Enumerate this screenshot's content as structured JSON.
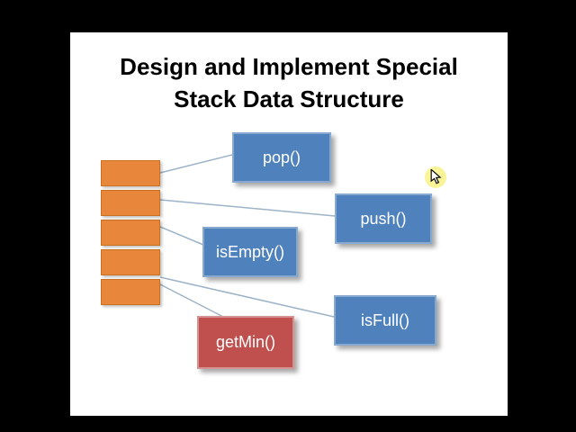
{
  "frame": {
    "background_color": "#000000",
    "slide_background_color": "#ffffff"
  },
  "slide": {
    "title": {
      "line1": "Design and Implement Special",
      "line2": "Stack Data Structure"
    }
  },
  "diagram": {
    "stack": {
      "cell_count": 5,
      "fill_color": "#e8873c",
      "border_color": "#c9711f"
    },
    "methods": [
      {
        "label": "pop()",
        "fill_color": "#4f81bd"
      },
      {
        "label": "push()",
        "fill_color": "#4f81bd"
      },
      {
        "label": "isEmpty()",
        "fill_color": "#4f81bd"
      },
      {
        "label": "isFull()",
        "fill_color": "#4f81bd"
      },
      {
        "label": "getMin()",
        "fill_color": "#c0504d"
      }
    ],
    "connector_color": "#9db3c8"
  },
  "cursor": {
    "type": "arrow-pointer",
    "highlight_color": "#f8f38c"
  }
}
